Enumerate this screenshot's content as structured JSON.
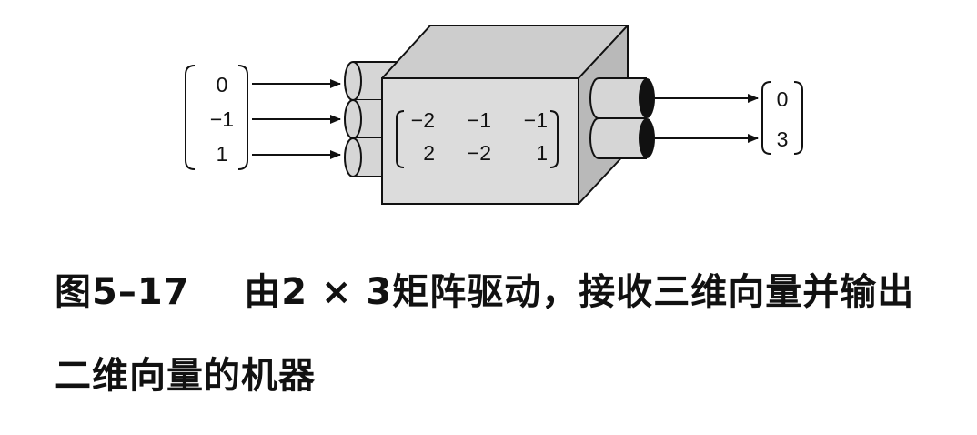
{
  "input_vector": [
    "0",
    "−1",
    "1"
  ],
  "matrix": {
    "rows": [
      [
        "−2",
        "−1",
        "−1"
      ],
      [
        "2",
        "−2",
        "1"
      ]
    ]
  },
  "output_vector": [
    "0",
    "3"
  ],
  "caption": {
    "line1": "图5–17    由2 × 3矩阵驱动，接收三维向量并输出",
    "line2": "二维向量的机器"
  },
  "colors": {
    "box_front": "#dcdcdc",
    "box_top": "#cdcdcd",
    "box_side": "#b9b9b9",
    "tube": "#d6d6d6",
    "tube_end": "#111111",
    "stroke": "#111111"
  }
}
